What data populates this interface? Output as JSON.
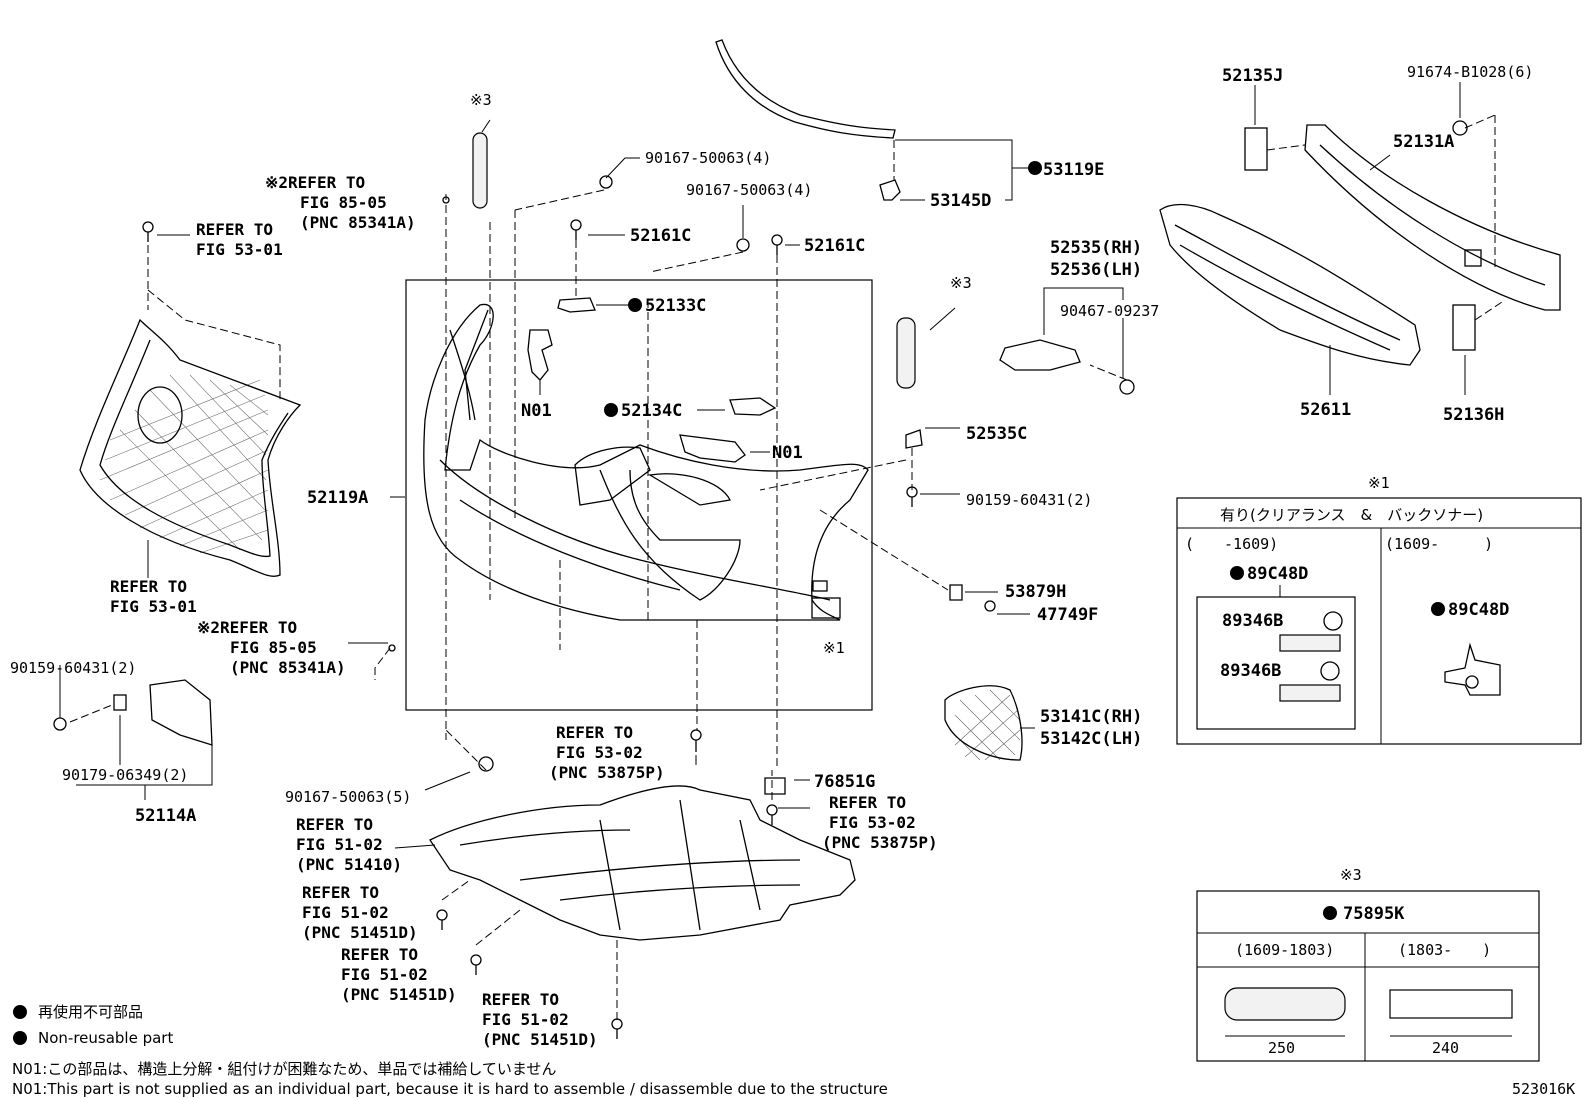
{
  "labels": {
    "p53119E": "53119E",
    "p53145D": "53145D",
    "bolt_90167_a": "90167-50063(4)",
    "bolt_90167_b": "90167-50063(4)",
    "bolt_90167_c": "90167-50063(5)",
    "p52161C_a": "52161C",
    "p52161C_b": "52161C",
    "p52133C": "52133C",
    "p52134C": "52134C",
    "n01_a": "N01",
    "n01_b": "N01",
    "p52119A": "52119A",
    "ref85_a_1": "※2REFER TO",
    "ref85_a_2": "FIG 85-05",
    "ref85_a_3": "(PNC 85341A)",
    "ref85_b_1": "※2REFER TO",
    "ref85_b_2": "FIG 85-05",
    "ref85_b_3": "(PNC 85341A)",
    "ref5301_a_1": "REFER TO",
    "ref5301_a_2": "FIG 53-01",
    "ref5301_b_1": "REFER TO",
    "ref5301_b_2": "FIG 53-01",
    "note3_a": "※3",
    "note3_b": "※3",
    "note1_a": "※1",
    "p52535": "52535(RH)",
    "p52536": "52536(LH)",
    "p90467": "90467-09237",
    "p52535C": "52535C",
    "p90159_a": "90159-60431(2)",
    "p90159_b": "90159-60431(2)",
    "p53879H": "53879H",
    "p47749F": "47749F",
    "p52135J": "52135J",
    "p91674": "91674-B1028(6)",
    "p52131A": "52131A",
    "p52611": "52611",
    "p52136H": "52136H",
    "p90179": "90179-06349(2)",
    "p52114A": "52114A",
    "ref5302_a_1": "REFER TO",
    "ref5302_a_2": "FIG 53-02",
    "ref5302_a_3": "(PNC 53875P)",
    "ref5302_b_1": "REFER TO",
    "ref5302_b_2": "FIG 53-02",
    "ref5302_b_3": "(PNC 53875P)",
    "p76851G": "76851G",
    "ref5102_a_1": "REFER TO",
    "ref5102_a_2": "FIG 51-02",
    "ref5102_a_3": "(PNC 51410)",
    "ref5102_b_1": "REFER TO",
    "ref5102_b_2": "FIG 51-02",
    "ref5102_b_3": "(PNC 51451D)",
    "ref5102_c_1": "REFER TO",
    "ref5102_c_2": "FIG 51-02",
    "ref5102_c_3": "(PNC 51451D)",
    "ref5102_d_1": "REFER TO",
    "ref5102_d_2": "FIG 51-02",
    "ref5102_d_3": "(PNC 51451D)",
    "p53141C": "53141C(RH)",
    "p53142C": "53142C(LH)"
  },
  "inset1": {
    "mark": "※1",
    "title": "有り(クリアランス　&　バックソナー)",
    "left_range": "(　　-1609)",
    "right_range": "(1609-　　　)",
    "left_part": "89C48D",
    "right_part": "89C48D",
    "sub_a": "89346B",
    "sub_b": "89346B"
  },
  "inset3": {
    "mark": "※3",
    "part": "75895K",
    "left_range": "(1609-1803)",
    "right_range": "(1803-　　)",
    "left_dim": "250",
    "right_dim": "240"
  },
  "legend": {
    "jp": "再使用不可部品",
    "en": "Non-reusable part"
  },
  "footer": {
    "n01_jp": "N01:この部品は、構造上分解・組付けが困難なため、単品では補給していません",
    "n01_en": "N01:This part is not supplied as an individual part, because it is hard to assemble / disassemble due to the structure",
    "diagram_id": "523016K"
  }
}
